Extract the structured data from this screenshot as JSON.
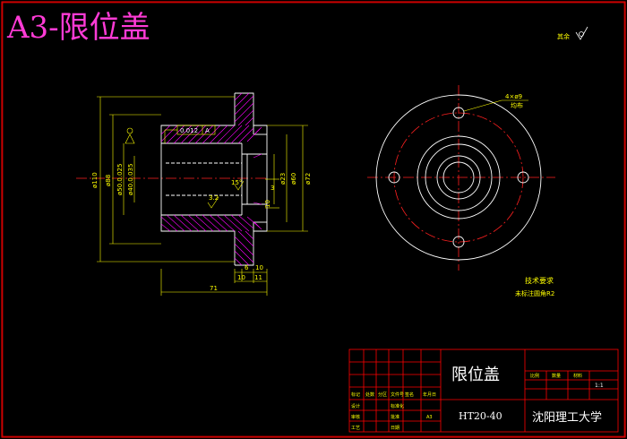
{
  "header": {
    "title": "A3-限位盖"
  },
  "roughness": {
    "label": "其余"
  },
  "tolerance": {
    "value": "0.012",
    "datum": "A"
  },
  "dims": {
    "d110": "ø110",
    "d88": "ø88",
    "d50": "ø50.0.025",
    "d40": "ø40.0.035",
    "d23": "ø23",
    "d60": "ø60",
    "d72": "ø72",
    "len71": "71",
    "s6": "6",
    "s10a": "10",
    "s10b": "10",
    "s11": "11",
    "s3": "3",
    "s10v": "10",
    "ang": "15°",
    "rough1": "3.2",
    "holes": "4×ø9",
    "holes2": "均布"
  },
  "notes": {
    "title": "技术要求",
    "line1": "未标注圆角R2"
  },
  "title_block": {
    "part_name": "限位盖",
    "drawing_no": "HT20-40",
    "school": "沈阳理工大学",
    "scale_value": "1:1",
    "row_labels": [
      "比例",
      "数量",
      "材料"
    ],
    "col_labels": [
      "标记",
      "处数",
      "分区",
      "文件号",
      "签名",
      "年月日"
    ],
    "left_labels": [
      "设计",
      "审核",
      "工艺",
      "标准化",
      "批准",
      "日期"
    ],
    "sheet_label": "A3"
  },
  "colors": {
    "frame": "#ff0000",
    "line": "#ffffff",
    "dim": "#ffff00",
    "center": "#ff2020",
    "hatch": "#ff00ff",
    "title": "#ff3bd6"
  }
}
